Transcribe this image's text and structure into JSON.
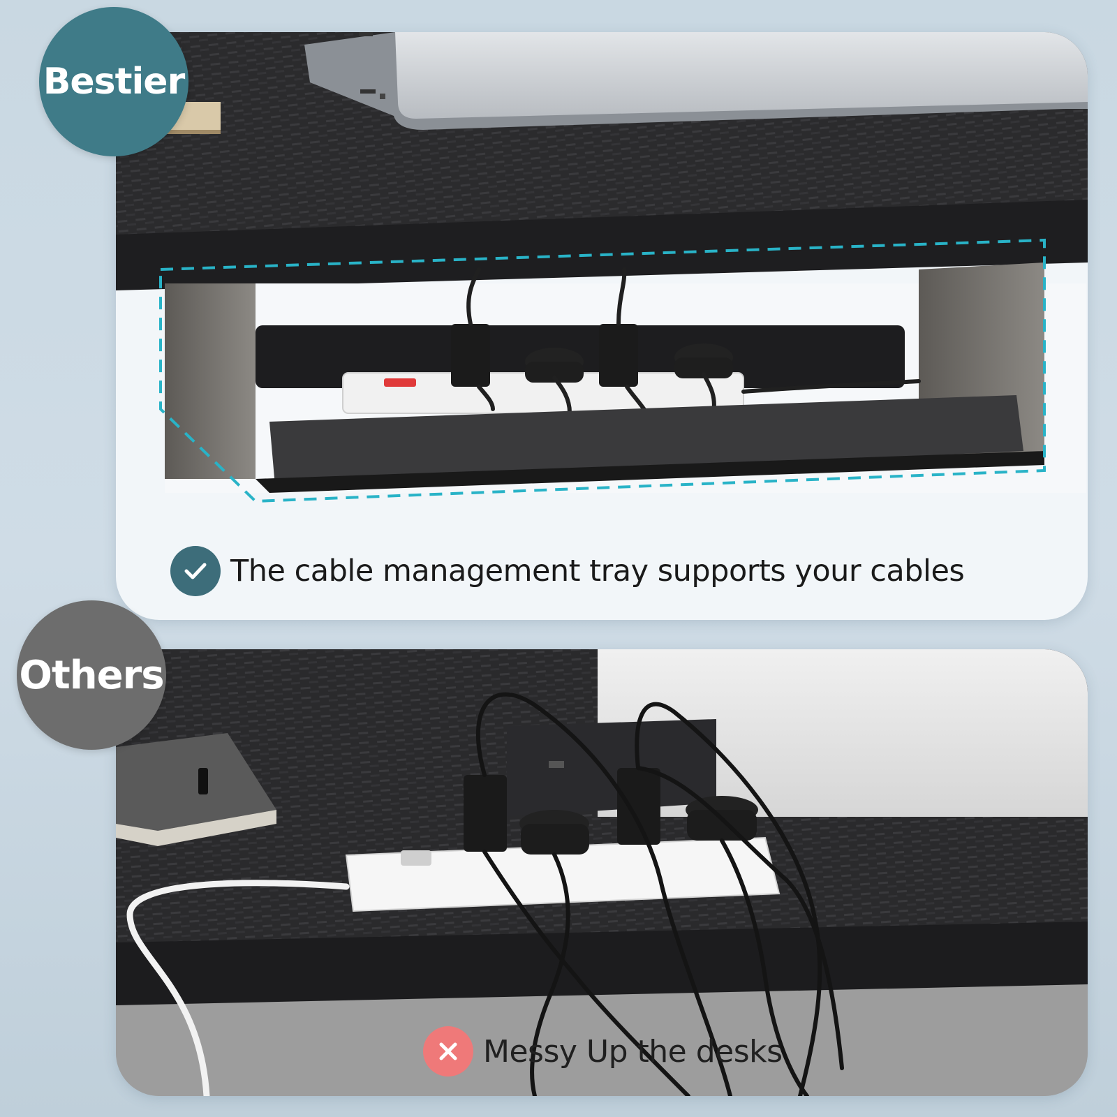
{
  "badges": {
    "brand": "Bestier",
    "comparison": "Others"
  },
  "top_panel": {
    "caption": "The cable management tray supports your cables",
    "status_icon": "check-icon"
  },
  "bottom_panel": {
    "caption": "Messy Up the desks",
    "status_icon": "cross-icon"
  },
  "colors": {
    "brand_teal": "#3f7b88",
    "others_gray": "#6d6d6d",
    "check_circle": "#3d6d7a",
    "cross_circle": "#ef7979",
    "dashed_highlight": "#29b3c7"
  }
}
